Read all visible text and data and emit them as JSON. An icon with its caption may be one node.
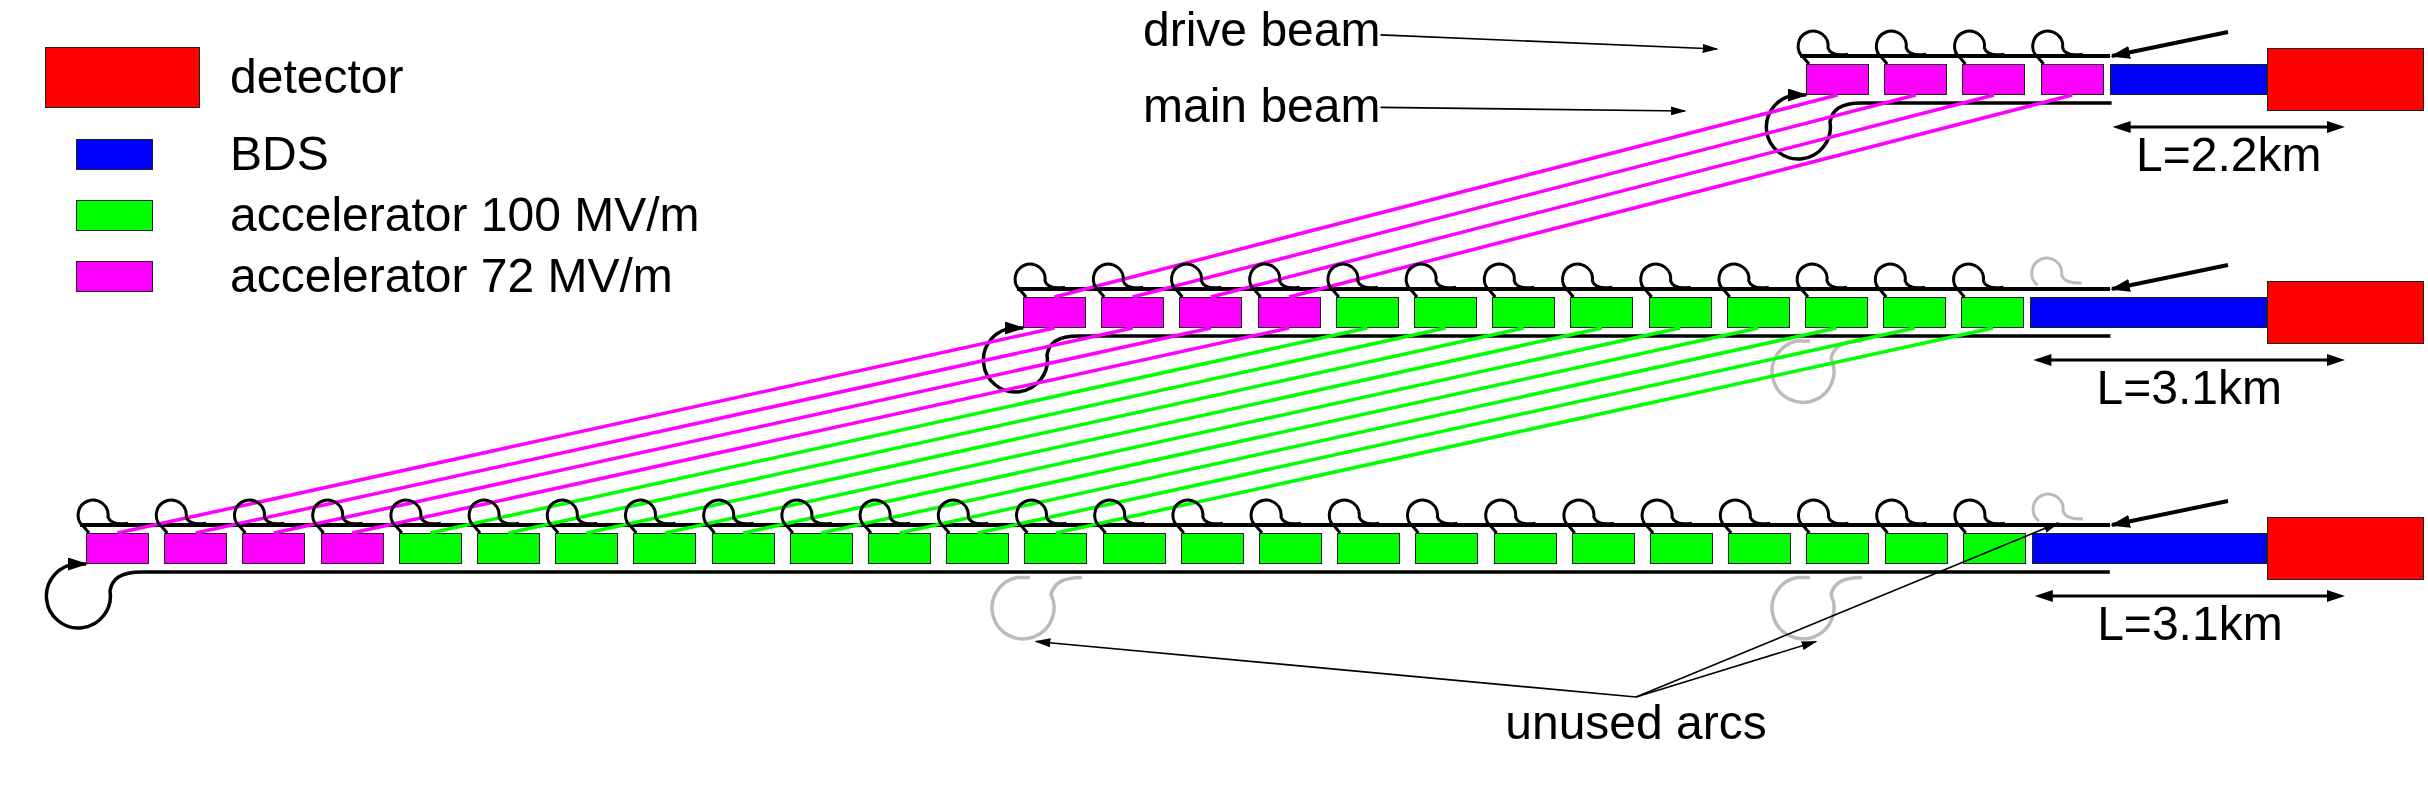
{
  "diagram": {
    "nodes": [
      {
        "text": [
          "drive beam"
        ]
      },
      {
        "text": [
          "main beam"
        ]
      },
      {
        "text": [],
        "shape": "bar"
      },
      {
        "text": [],
        "shape": "box"
      },
      {
        "text": [],
        "shape": "box"
      },
      {
        "text": [],
        "shape": "box"
      },
      {
        "text": [],
        "shape": "box"
      },
      {
        "text": [],
        "shape": "box"
      },
      {
        "text": [],
        "shape": "box"
      },
      {
        "text": [],
        "shape": "bar"
      },
      {
        "text": [],
        "shape": "box"
      },
      {
        "text": [],
        "shape": "box"
      },
      {
        "text": [],
        "shape": "box"
      },
      {
        "text": [],
        "shape": "box"
      },
      {
        "text": [],
        "shape": "box"
      },
      {
        "text": [],
        "shape": "box"
      },
      {
        "text": [],
        "shape": "box"
      },
      {
        "text": [],
        "shape": "box"
      },
      {
        "text": [],
        "shape": "box"
      },
      {
        "text": [],
        "shape": "box"
      },
      {
        "text": [],
        "shape": "box"
      },
      {
        "text": [],
        "shape": "box"
      },
      {
        "text": [],
        "shape": "box"
      },
      {
        "text": [],
        "shape": "box"
      },
      {
        "text": [],
        "shape": "box"
      },
      {
        "text": [],
        "shape": "bar"
      },
      {
        "text": [],
        "shape": "box"
      },
      {
        "text": [],
        "shape": "box"
      },
      {
        "text": [],
        "shape": "box"
      },
      {
        "text": [],
        "shape": "box"
      },
      {
        "text": [],
        "shape": "box"
      },
      {
        "text": [],
        "shape": "box"
      },
      {
        "text": [],
        "shape": "box"
      },
      {
        "text": [],
        "shape": "box"
      },
      {
        "text": [],
        "shape": "box"
      },
      {
        "text": [],
        "shape": "box"
      },
      {
        "text": [],
        "shape": "box"
      },
      {
        "text": [],
        "shape": "box"
      },
      {
        "text": [],
        "shape": "box"
      },
      {
        "text": [],
        "shape": "box"
      },
      {
        "text": [],
        "shape": "box"
      },
      {
        "text": [],
        "shape": "box"
      },
      {
        "text": [],
        "shape": "box"
      },
      {
        "text": [],
        "shape": "box"
      },
      {
        "text": [],
        "shape": "box"
      },
      {
        "text": [],
        "shape": "box"
      },
      {
        "text": [],
        "shape": "box"
      },
      {
        "text": [],
        "shape": "box"
      },
      {
        "text": [],
        "shape": "box"
      },
      {
        "text": [],
        "shape": "box"
      },
      {
        "text": [],
        "shape": "box"
      },
      {
        "text": [],
        "shape": "box"
      },
      {
        "text": [],
        "shape": "box"
      },
      {
        "text": [],
        "shape": "arc"
      },
      {
        "text": [],
        "shape": "arc"
      },
      {
        "text": [],
        "shape": "arc"
      },
      {
        "text": [
          "unused arcs"
        ]
      }
    ],
    "edges": [
      {
        "from": 0,
        "to": null,
        "arrow": "to"
      },
      {
        "from": 1,
        "to": null,
        "arrow": "to"
      },
      {
        "from": null,
        "to": 2,
        "arrow": "to"
      },
      {
        "from": 2,
        "to": 3,
        "arrow": "none"
      },
      {
        "from": 2,
        "to": 4,
        "arrow": "none"
      },
      {
        "from": 2,
        "to": 5,
        "arrow": "none"
      },
      {
        "from": 2,
        "to": 6,
        "arrow": "none"
      },
      {
        "from": 7,
        "to": 3,
        "arrow": "to"
      },
      {
        "from": 3,
        "to": 10,
        "arrow": "none",
        "color": "#ff00ff"
      },
      {
        "from": 4,
        "to": 11,
        "arrow": "none",
        "color": "#ff00ff"
      },
      {
        "from": 5,
        "to": 12,
        "arrow": "none",
        "color": "#ff00ff"
      },
      {
        "from": 6,
        "to": 13,
        "arrow": "none",
        "color": "#ff00ff"
      },
      {
        "from": null,
        "to": 9,
        "arrow": "to"
      },
      {
        "from": 9,
        "to": 10,
        "arrow": "none"
      },
      {
        "from": 9,
        "to": 11,
        "arrow": "none"
      },
      {
        "from": 9,
        "to": 12,
        "arrow": "none"
      },
      {
        "from": 9,
        "to": 13,
        "arrow": "none"
      },
      {
        "from": 9,
        "to": 14,
        "arrow": "none"
      },
      {
        "from": 9,
        "to": 15,
        "arrow": "none"
      },
      {
        "from": 9,
        "to": 16,
        "arrow": "none"
      },
      {
        "from": 9,
        "to": 17,
        "arrow": "none"
      },
      {
        "from": 9,
        "to": 18,
        "arrow": "none"
      },
      {
        "from": 9,
        "to": 19,
        "arrow": "none"
      },
      {
        "from": 9,
        "to": 20,
        "arrow": "none"
      },
      {
        "from": 9,
        "to": 21,
        "arrow": "none"
      },
      {
        "from": 9,
        "to": 22,
        "arrow": "none"
      },
      {
        "from": 23,
        "to": 10,
        "arrow": "to"
      },
      {
        "from": 10,
        "to": 26,
        "arrow": "none",
        "color": "#ff00ff"
      },
      {
        "from": 11,
        "to": 27,
        "arrow": "none",
        "color": "#ff00ff"
      },
      {
        "from": 12,
        "to": 28,
        "arrow": "none",
        "color": "#ff00ff"
      },
      {
        "from": 13,
        "to": 29,
        "arrow": "none",
        "color": "#ff00ff"
      },
      {
        "from": 14,
        "to": 30,
        "arrow": "none",
        "color": "#00ff00"
      },
      {
        "from": 15,
        "to": 31,
        "arrow": "none",
        "color": "#00ff00"
      },
      {
        "from": 16,
        "to": 32,
        "arrow": "none",
        "color": "#00ff00"
      },
      {
        "from": 17,
        "to": 33,
        "arrow": "none",
        "color": "#00ff00"
      },
      {
        "from": 18,
        "to": 34,
        "arrow": "none",
        "color": "#00ff00"
      },
      {
        "from": 19,
        "to": 35,
        "arrow": "none",
        "color": "#00ff00"
      },
      {
        "from": 20,
        "to": 36,
        "arrow": "none",
        "color": "#00ff00"
      },
      {
        "from": 21,
        "to": 37,
        "arrow": "none",
        "color": "#00ff00"
      },
      {
        "from": 22,
        "to": 38,
        "arrow": "none",
        "color": "#00ff00"
      },
      {
        "from": null,
        "to": 25,
        "arrow": "to"
      },
      {
        "from": 25,
        "to": 26,
        "arrow": "none"
      },
      {
        "from": 25,
        "to": 27,
        "arrow": "none"
      },
      {
        "from": 25,
        "to": 28,
        "arrow": "none"
      },
      {
        "from": 25,
        "to": 29,
        "arrow": "none"
      },
      {
        "from": 25,
        "to": 30,
        "arrow": "none"
      },
      {
        "from": 25,
        "to": 31,
        "arrow": "none"
      },
      {
        "from": 25,
        "to": 32,
        "arrow": "none"
      },
      {
        "from": 25,
        "to": 33,
        "arrow": "none"
      },
      {
        "from": 25,
        "to": 34,
        "arrow": "none"
      },
      {
        "from": 25,
        "to": 35,
        "arrow": "none"
      },
      {
        "from": 25,
        "to": 36,
        "arrow": "none"
      },
      {
        "from": 25,
        "to": 37,
        "arrow": "none"
      },
      {
        "from": 25,
        "to": 38,
        "arrow": "none"
      },
      {
        "from": 25,
        "to": 39,
        "arrow": "none"
      },
      {
        "from": 25,
        "to": 40,
        "arrow": "none"
      },
      {
        "from": 25,
        "to": 41,
        "arrow": "none"
      },
      {
        "from": 25,
        "to": 42,
        "arrow": "none"
      },
      {
        "from": 25,
        "to": 43,
        "arrow": "none"
      },
      {
        "from": 25,
        "to": 44,
        "arrow": "none"
      },
      {
        "from": 25,
        "to": 45,
        "arrow": "none"
      },
      {
        "from": 25,
        "to": 46,
        "arrow": "none"
      },
      {
        "from": 25,
        "to": 47,
        "arrow": "none"
      },
      {
        "from": 25,
        "to": 48,
        "arrow": "none"
      },
      {
        "from": 25,
        "to": 49,
        "arrow": "none"
      },
      {
        "from": 25,
        "to": 50,
        "arrow": "none"
      },
      {
        "from": 51,
        "to": 26,
        "arrow": "to"
      },
      {
        "from": 56,
        "to": 54,
        "arrow": "to"
      },
      {
        "from": 56,
        "to": 55,
        "arrow": "to"
      },
      {
        "from": 56,
        "to": 53,
        "arrow": "to"
      }
    ],
    "labels": [
      "L=2.2km",
      "L=3.1km",
      "L=3.1km"
    ],
    "legend": [
      {
        "text": "detector",
        "color": "#ff0000"
      },
      {
        "text": "BDS",
        "color": "#0000ff"
      },
      {
        "text": "accelerator 100 MV/m",
        "color": "#00ff00"
      },
      {
        "text": "accelerator 72 MV/m",
        "color": "#ff00ff"
      }
    ]
  }
}
